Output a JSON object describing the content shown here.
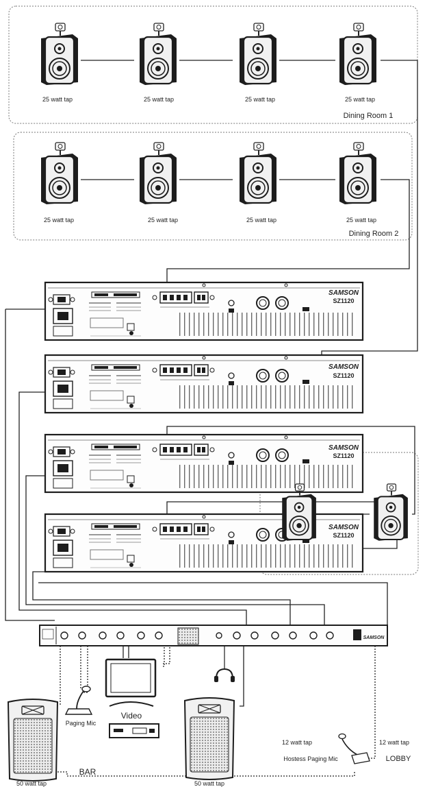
{
  "rooms": {
    "dining1": {
      "name": "Dining Room 1",
      "speakers": [
        "25 watt tap",
        "25 watt tap",
        "25 watt tap",
        "25 watt tap"
      ]
    },
    "dining2": {
      "name": "Dining Room 2",
      "speakers": [
        "25 watt tap",
        "25 watt tap",
        "25 watt tap",
        "25 watt tap"
      ]
    },
    "lobby": {
      "name": "LOBBY",
      "speakers": [
        "12 watt tap",
        "12 watt tap"
      ],
      "mic": "Hostess Paging Mic"
    },
    "bar": {
      "name": "BAR",
      "speakers": [
        "50 watt tap",
        "50 watt tap"
      ],
      "mic": "Paging Mic"
    }
  },
  "amplifiers": [
    {
      "brand": "SAMSON",
      "model": "SZ1120"
    },
    {
      "brand": "SAMSON",
      "model": "SZ1120"
    },
    {
      "brand": "SAMSON",
      "model": "SZ1120"
    },
    {
      "brand": "SAMSON",
      "model": "SZ1120"
    }
  ],
  "mixer": {
    "brand": "SAMSON"
  },
  "video": {
    "label": "Video"
  },
  "icons": {
    "ceiling_speaker": "wall-speaker-icon",
    "pa_speaker": "pa-speaker-icon",
    "microphone": "microphone-icon",
    "headphones": "headphones-icon",
    "monitor": "monitor-icon",
    "dvd": "dvd-player-icon"
  }
}
